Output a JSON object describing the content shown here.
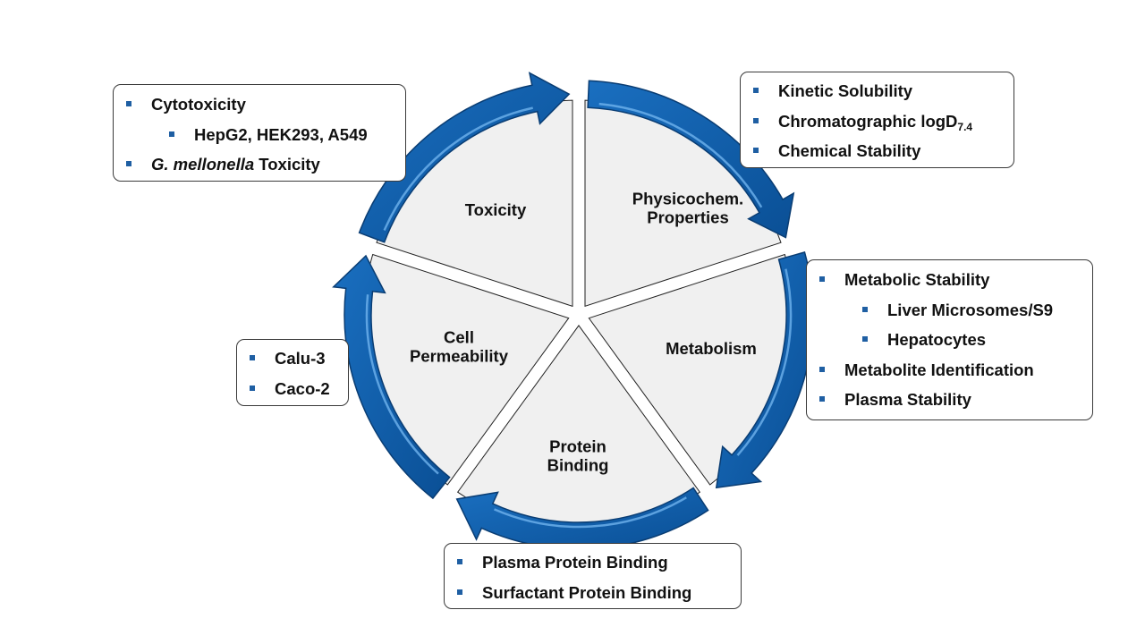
{
  "diagram": {
    "type": "cycle",
    "colors": {
      "arrow": "#0e5aa3",
      "arrow_dark": "#0a3d73",
      "arrow_highlight": "#6fb3ee",
      "wedge_fill": "#f0f0f0",
      "bullet": "#1f5fa3"
    },
    "segments": [
      {
        "id": "physicochem",
        "label_lines": [
          "Physicochem.",
          "Properties"
        ]
      },
      {
        "id": "metabolism",
        "label_lines": [
          "Metabolism"
        ]
      },
      {
        "id": "protein-binding",
        "label_lines": [
          "Protein",
          "Binding"
        ]
      },
      {
        "id": "cell-permeability",
        "label_lines": [
          "Cell",
          "Permeability"
        ]
      },
      {
        "id": "toxicity",
        "label_lines": [
          "Toxicity"
        ]
      }
    ]
  },
  "boxes": {
    "toxicity": [
      {
        "level": 0,
        "text": "Cytotoxicity"
      },
      {
        "level": 1,
        "text": "HepG2, HEK293, A549"
      },
      {
        "level": 0,
        "italic": "G. mellonella",
        "text": " Toxicity"
      }
    ],
    "physicochem": [
      {
        "level": 0,
        "text": "Kinetic Solubility"
      },
      {
        "level": 0,
        "text": "Chromatographic logD",
        "sub": "7.4"
      },
      {
        "level": 0,
        "text": "Chemical Stability"
      }
    ],
    "metabolism": [
      {
        "level": 0,
        "text": "Metabolic Stability"
      },
      {
        "level": 1,
        "text": "Liver Microsomes/S9"
      },
      {
        "level": 1,
        "text": "Hepatocytes"
      },
      {
        "level": 0,
        "text": "Metabolite Identification"
      },
      {
        "level": 0,
        "text": "Plasma Stability"
      }
    ],
    "cell_permeability": [
      {
        "level": 0,
        "text": "Calu-3"
      },
      {
        "level": 0,
        "text": "Caco-2"
      }
    ],
    "protein_binding": [
      {
        "level": 0,
        "text": "Plasma Protein Binding"
      },
      {
        "level": 0,
        "text": "Surfactant Protein Binding"
      }
    ]
  }
}
